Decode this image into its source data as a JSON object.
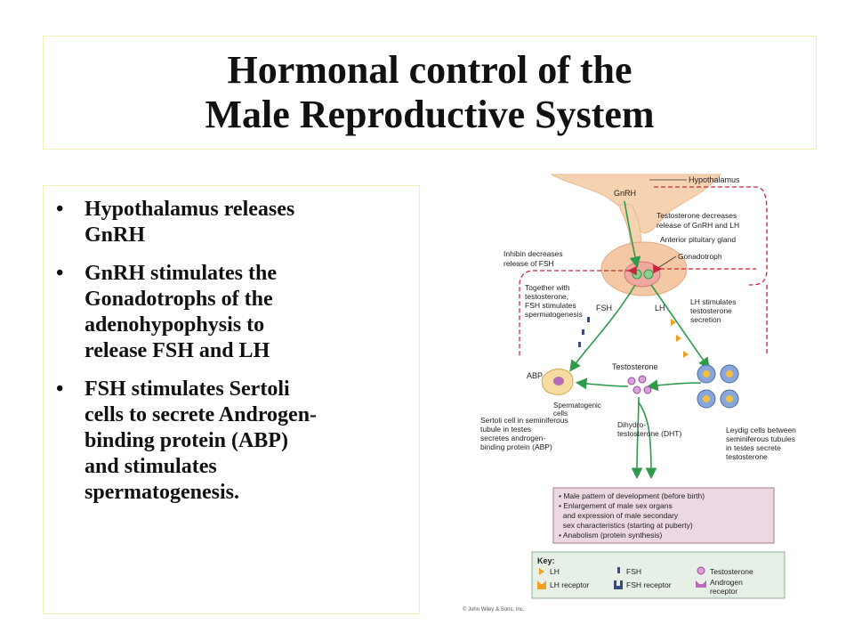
{
  "title": {
    "line1": "Hormonal control of the",
    "line2": "Male Reproductive System"
  },
  "bullets": [
    {
      "lines": [
        "Hypothalamus releases",
        "GnRH"
      ]
    },
    {
      "lines": [
        "GnRH stimulates the",
        "Gonadotrophs of the",
        "adenohypophysis to",
        "release FSH and LH"
      ]
    },
    {
      "lines": [
        "FSH stimulates Sertoli",
        "cells to secrete Androgen-",
        "binding protein (ABP)",
        "and stimulates",
        "spermatogenesis."
      ]
    }
  ],
  "diagram": {
    "hypothalamus": "Hypothalamus",
    "gnrh": "GnRH",
    "testosterone_decreases": [
      "Testosterone decreases",
      "release of GnRH and LH"
    ],
    "anterior_pituitary": "Anterior pituitary gland",
    "gonadotroph": "Gonadotroph",
    "inhibin": [
      "Inhibin decreases",
      "release of FSH"
    ],
    "together": [
      "Together with",
      "testosterone,",
      "FSH stimulates",
      "spermatogenesis"
    ],
    "fsh": "FSH",
    "lh": "LH",
    "lh_stimulates": [
      "LH stimulates",
      "testosterone",
      "secretion"
    ],
    "testosterone": "Testosterone",
    "abp": "ABP",
    "spermatogenic": [
      "Spermatogenic",
      "cells"
    ],
    "sertoli": [
      "Sertoli cell in seminiferous",
      "tubule in testes",
      "secretes androgen-",
      "binding protein (ABP)"
    ],
    "dht": [
      "Dihydro-",
      "testosterone (DHT)"
    ],
    "leydig": [
      "Leydig cells between",
      "seminiferous tubules",
      "in testes secrete",
      "testosterone"
    ],
    "effects": [
      "• Male pattern of development (before birth)",
      "• Enlargement of male sex organs",
      "  and expression of male secondary",
      "  sex characteristics (starting at puberty)",
      "• Anabolism (protein synthesis)"
    ],
    "key": {
      "title": "Key:",
      "lh": "LH",
      "lh_receptor": "LH receptor",
      "fsh": "FSH",
      "fsh_receptor": "FSH receptor",
      "testosterone": "Testosterone",
      "androgen_receptor": [
        "Androgen",
        "receptor"
      ]
    },
    "copyright": "© John Wiley & Sons, Inc.",
    "colors": {
      "arrow_green": "#2e9a4a",
      "inhibit_red": "#c8283c",
      "tissue": "#f6d3b0",
      "lh_orange": "#f0a020",
      "fsh_navy": "#3a4a7a",
      "testosterone_purple": "#b86ab8",
      "effects_bg": "#ecd8e2",
      "key_bg": "#e6f0e6"
    }
  }
}
